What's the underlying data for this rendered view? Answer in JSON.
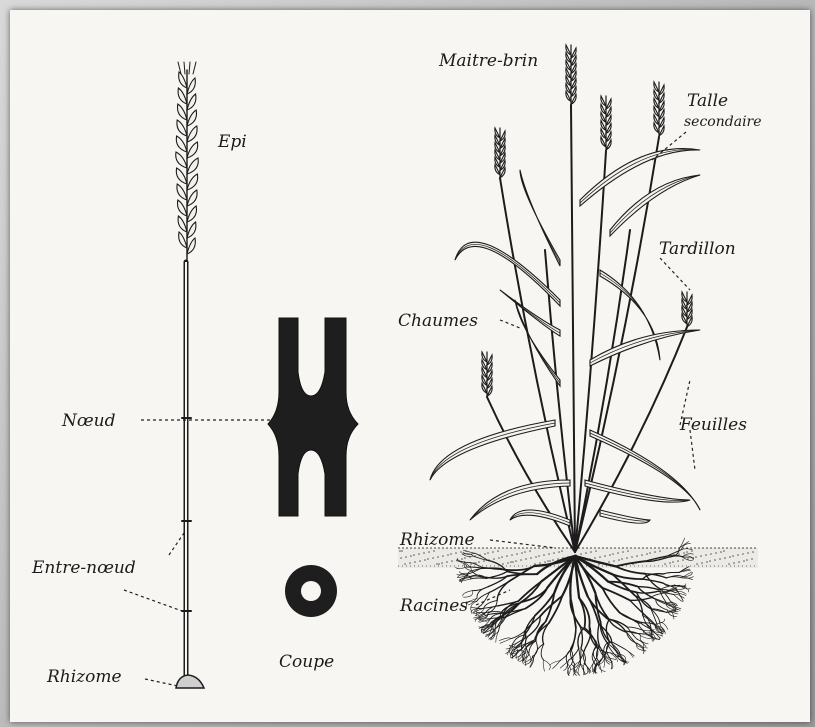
{
  "labels": {
    "epi": "Epi",
    "noeud": "Nœud",
    "entre_noeud": "Entre-nœud",
    "rhizome_left": "Rhizome",
    "coupe": "Coupe",
    "maitre_brin": "Maitre-brin",
    "talle_line1": "Talle",
    "talle_line2": "secondaire",
    "tardillon": "Tardillon",
    "chaumes": "Chaumes",
    "feuilles": "Feuilles",
    "rhizome_right": "Rhizome",
    "racines": "Racines"
  },
  "colors": {
    "ink": "#1c1c1c",
    "paper": "#f7f6f2"
  }
}
